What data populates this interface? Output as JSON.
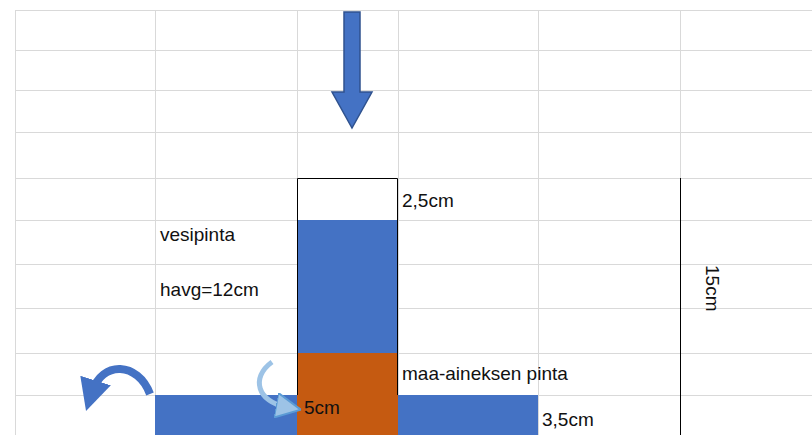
{
  "diagram": {
    "labels": [
      "2,5cm",
      "vesipinta",
      "havg=12cm",
      "15cm",
      "maa-aineksen pinta",
      "5cm",
      "3,5cm"
    ]
  }
}
